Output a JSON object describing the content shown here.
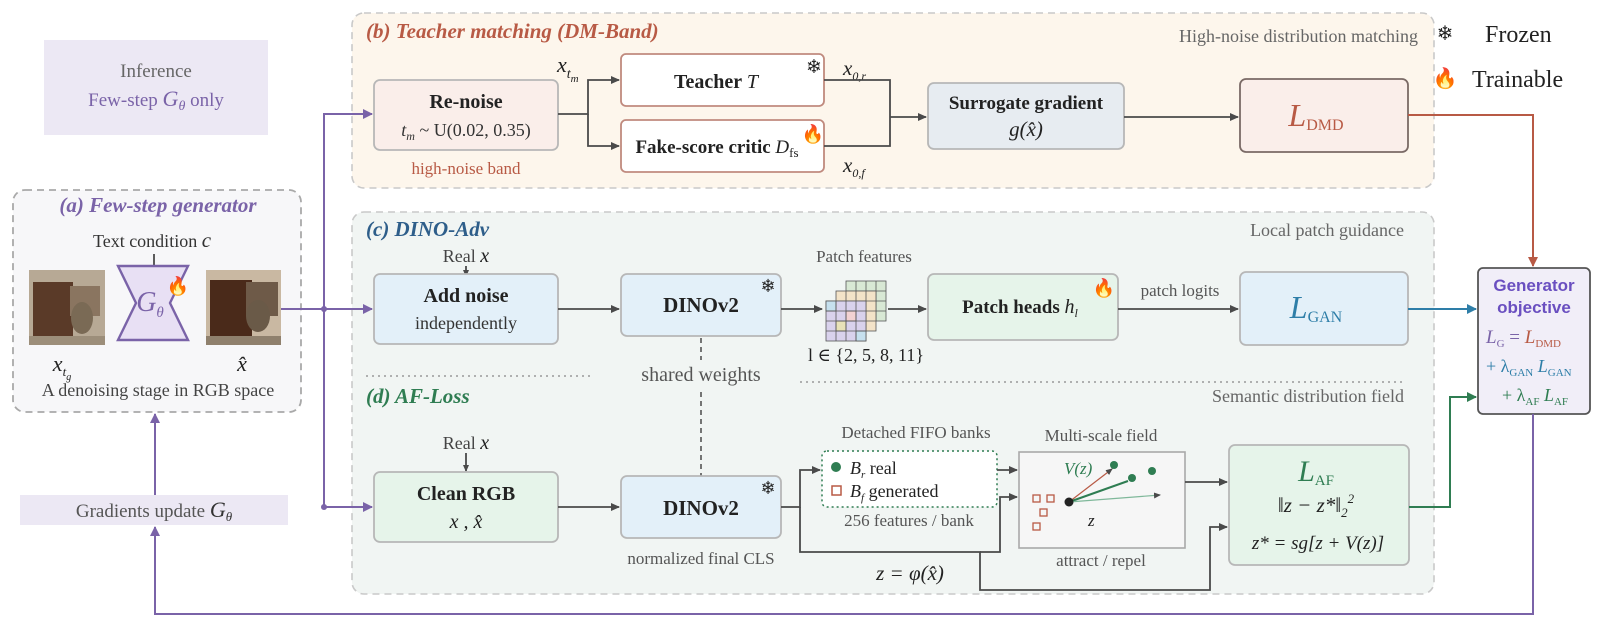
{
  "inference": {
    "line1": "Inference",
    "line2_prefix": "Few-step ",
    "line2_sym": "G",
    "line2_sub": "θ",
    "line2_suffix": " only"
  },
  "legend": {
    "frozen_icon": "❄",
    "frozen_label": "Frozen",
    "trainable_icon": "🔥",
    "trainable_label": "Trainable"
  },
  "panel_a": {
    "title": "(a) Few-step generator",
    "text_condition": "Text condition ",
    "text_condition_sym": "c",
    "generator_sym": "G",
    "generator_sub": "θ",
    "input_label": "x",
    "input_sub": "t",
    "input_subsub": "g",
    "output_label": "x̂",
    "caption": "A denoising stage in RGB space"
  },
  "gradients": {
    "prefix": "Gradients update ",
    "sym": "G",
    "sub": "θ"
  },
  "panel_b": {
    "title": "(b) Teacher matching (DM-Band)",
    "note": "High-noise distribution matching",
    "renoise_title": "Re-noise",
    "renoise_formula_a": "t",
    "renoise_formula_sub": "m",
    "renoise_formula_b": " ~ U(0.02, 0.35)",
    "renoise_caption": "high-noise band",
    "xtm": "x",
    "xtm_sub": "t",
    "xtm_subsub": "m",
    "teacher_title": "Teacher ",
    "teacher_sym": "T",
    "critic_title": "Fake-score critic ",
    "critic_sym": "D",
    "critic_sub": "fs",
    "x0r": "x",
    "x0r_sub": "0,r",
    "x0f": "x",
    "x0f_sub": "0,f",
    "surrogate_title": "Surrogate gradient",
    "surrogate_formula": "g(x̂)",
    "loss_sym": "L",
    "loss_sub": "DMD"
  },
  "panel_c": {
    "title": "(c) DINO-Adv",
    "note": "Local patch guidance",
    "real_x": "Real ",
    "real_x_sym": "x",
    "addnoise_title": "Add noise",
    "addnoise_sub": "independently",
    "dino_label": "DINOv2",
    "patch_features": "Patch features",
    "layers": "l ∈ {2, 5, 8, 11}",
    "heads_title": "Patch heads ",
    "heads_sym": "h",
    "heads_sub": "l",
    "patch_logits": "patch logits",
    "loss_sym": "L",
    "loss_sub": "GAN"
  },
  "shared_weights": "shared weights",
  "panel_d": {
    "title": "(d) AF-Loss",
    "note": "Semantic distribution field",
    "real_x": "Real ",
    "real_x_sym": "x",
    "clean_title": "Clean RGB",
    "clean_sub": "x , x̂",
    "dino_label": "DINOv2",
    "dino_caption": "normalized final CLS",
    "fifo_title": "Detached FIFO banks",
    "bank_r_sym": "B",
    "bank_r_sub": "r",
    "bank_r_label": " real",
    "bank_f_sym": "B",
    "bank_f_sub": "f",
    "bank_f_label": " generated",
    "bank_caption": "256 features / bank",
    "field_title": "Multi-scale field",
    "field_vz": "V(z)",
    "field_z": "z",
    "field_caption": "attract / repel",
    "z_formula": "z = φ(x̂)",
    "loss_sym": "L",
    "loss_sub": "AF",
    "loss_norm": "‖z − z*‖",
    "loss_norm_sub": "2",
    "loss_norm_sup": "2",
    "zstar": "z* = sg[z + V(z)]"
  },
  "objective": {
    "title_line1": "Generator",
    "title_line2": "objective",
    "eq1_a": "L",
    "eq1_a_sub": "G",
    "eq1_eq": " = ",
    "eq1_b": "L",
    "eq1_b_sub": "DMD",
    "eq2_plus": "+ λ",
    "eq2_lsub": "GAN",
    "eq2_L": " L",
    "eq2_Lsub": "GAN",
    "eq3_plus": "+ λ",
    "eq3_lsub": "AF",
    "eq3_L": " L",
    "eq3_Lsub": "AF"
  },
  "colors": {
    "purple": "#7a63a8",
    "red": "#b85a45",
    "blue": "#2e7ea8",
    "green": "#2f7d52",
    "panel_b_bg": "#fdf6ec",
    "panel_cd_bg": "#f1f5f3",
    "blue_box": "#e3f0f9",
    "green_box": "#e6f4ea",
    "pink_box": "#faeeea"
  }
}
